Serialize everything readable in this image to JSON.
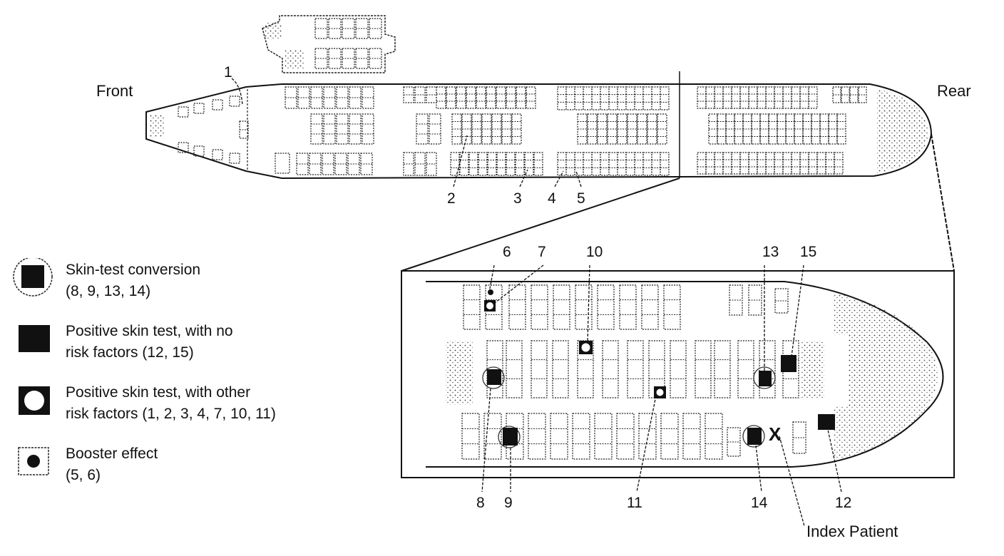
{
  "diagram": {
    "labels": {
      "front": "Front",
      "rear": "Rear",
      "index_patient": "Index Patient"
    },
    "overview_numbers": [
      "1",
      "2",
      "3",
      "4",
      "5"
    ],
    "detail_numbers": {
      "top": [
        "6",
        "7",
        "10",
        "13",
        "15"
      ],
      "bottom": [
        "8",
        "9",
        "11",
        "14",
        "12"
      ]
    },
    "index_patient_marker": "X"
  },
  "legend": {
    "items": [
      {
        "icon": "circled-filled-square-icon",
        "line1": "Skin-test conversion",
        "line2": "(8, 9, 13, 14)"
      },
      {
        "icon": "filled-square-icon",
        "line1": "Positive skin test, with no",
        "line2": "risk factors (12, 15)"
      },
      {
        "icon": "hollow-circle-square-icon",
        "line1": "Positive skin test, with other",
        "line2": "risk factors (1, 2, 3, 4, 7, 10, 11)"
      },
      {
        "icon": "booster-dot-icon",
        "line1": "Booster effect",
        "line2": "(5, 6)"
      }
    ]
  },
  "passengers": [
    {
      "id": 1,
      "category": "other_risk"
    },
    {
      "id": 2,
      "category": "other_risk"
    },
    {
      "id": 3,
      "category": "other_risk"
    },
    {
      "id": 4,
      "category": "other_risk"
    },
    {
      "id": 5,
      "category": "booster"
    },
    {
      "id": 6,
      "category": "booster"
    },
    {
      "id": 7,
      "category": "other_risk"
    },
    {
      "id": 8,
      "category": "conversion"
    },
    {
      "id": 9,
      "category": "conversion"
    },
    {
      "id": 10,
      "category": "other_risk"
    },
    {
      "id": 11,
      "category": "other_risk"
    },
    {
      "id": 12,
      "category": "no_risk"
    },
    {
      "id": 13,
      "category": "conversion"
    },
    {
      "id": 14,
      "category": "conversion"
    },
    {
      "id": 15,
      "category": "no_risk"
    }
  ]
}
